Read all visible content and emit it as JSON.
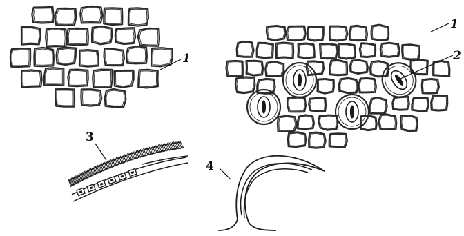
{
  "figure": {
    "labels": {
      "epidermis_left": "1",
      "epidermis_right": "1",
      "stomata": "2",
      "cuticle": "3",
      "hair": "4"
    },
    "stomata_count": 4
  }
}
